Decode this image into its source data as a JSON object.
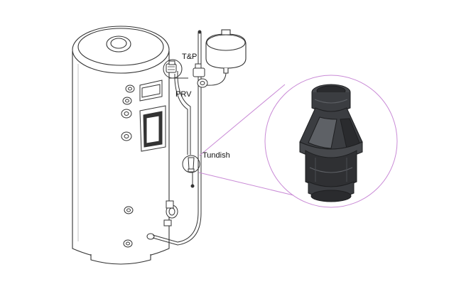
{
  "labels": {
    "tp": "T&P",
    "prv": "PRV",
    "tundish": "Tundish"
  },
  "colors": {
    "line": "#333333",
    "callout": "#c98ad6",
    "part_dark": "#2f3033",
    "part_mid": "#46484c",
    "part_light": "#5e6166"
  },
  "icons": {
    "cylinder": "hot-water-cylinder",
    "vessel": "expansion-vessel",
    "tundish_part": "tundish-part"
  }
}
